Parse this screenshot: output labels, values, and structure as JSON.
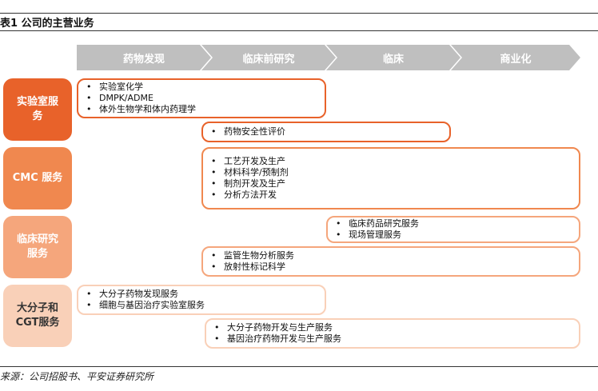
{
  "title": "表1 公司的主营业务",
  "source": "来源：公司招股书、平安证券研究所",
  "colors": {
    "c1": "#E8622A",
    "c2": "#F0884F",
    "c3": "#F5A67C",
    "c4": "#F9D0B8",
    "chevron": "#BFBFBF"
  },
  "stages": [
    "药物发现",
    "临床前研究",
    "临床",
    "商业化"
  ],
  "categories": [
    {
      "label": "实验室服\n务"
    },
    {
      "label": "CMC 服务"
    },
    {
      "label": "临床研究\n服务"
    },
    {
      "label": "大分子和\nCGT服务"
    }
  ],
  "boxes": [
    {
      "items": [
        "实验室化学",
        "DMPK/ADME",
        "体外生物学和体内药理学"
      ]
    },
    {
      "items": [
        "药物安全性评价"
      ]
    },
    {
      "items": [
        "工艺开发及生产",
        "材料科学/预制剂",
        "制剂开发及生产",
        "分析方法开发"
      ]
    },
    {
      "items": [
        "临床药品研究服务",
        "现场管理服务"
      ]
    },
    {
      "items": [
        "监管生物分析服务",
        "放射性标记科学"
      ]
    },
    {
      "items": [
        "大分子药物发现服务",
        "细胞与基因治疗实验室服务"
      ]
    },
    {
      "items": [
        "大分子药物开发与生产服务",
        "基因治疗药物开发与生产服务"
      ]
    }
  ]
}
